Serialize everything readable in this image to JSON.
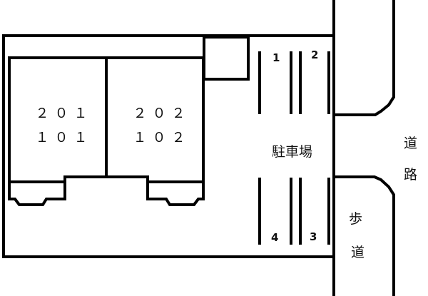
{
  "site_plan": {
    "units": [
      {
        "id": "unit-left",
        "upper": "２０１",
        "lower": "１０１"
      },
      {
        "id": "unit-right",
        "upper": "２０２",
        "lower": "１０２"
      }
    ],
    "parking": {
      "label": "駐車場",
      "spaces": [
        "1",
        "2",
        "3",
        "4"
      ]
    },
    "road": {
      "label_top": "道",
      "label_bottom": "路"
    },
    "sidewalk": {
      "label_top": "歩",
      "label_bottom": "道"
    }
  },
  "colors": {
    "line": "#000000",
    "background": "#ffffff",
    "text": "#111111"
  }
}
